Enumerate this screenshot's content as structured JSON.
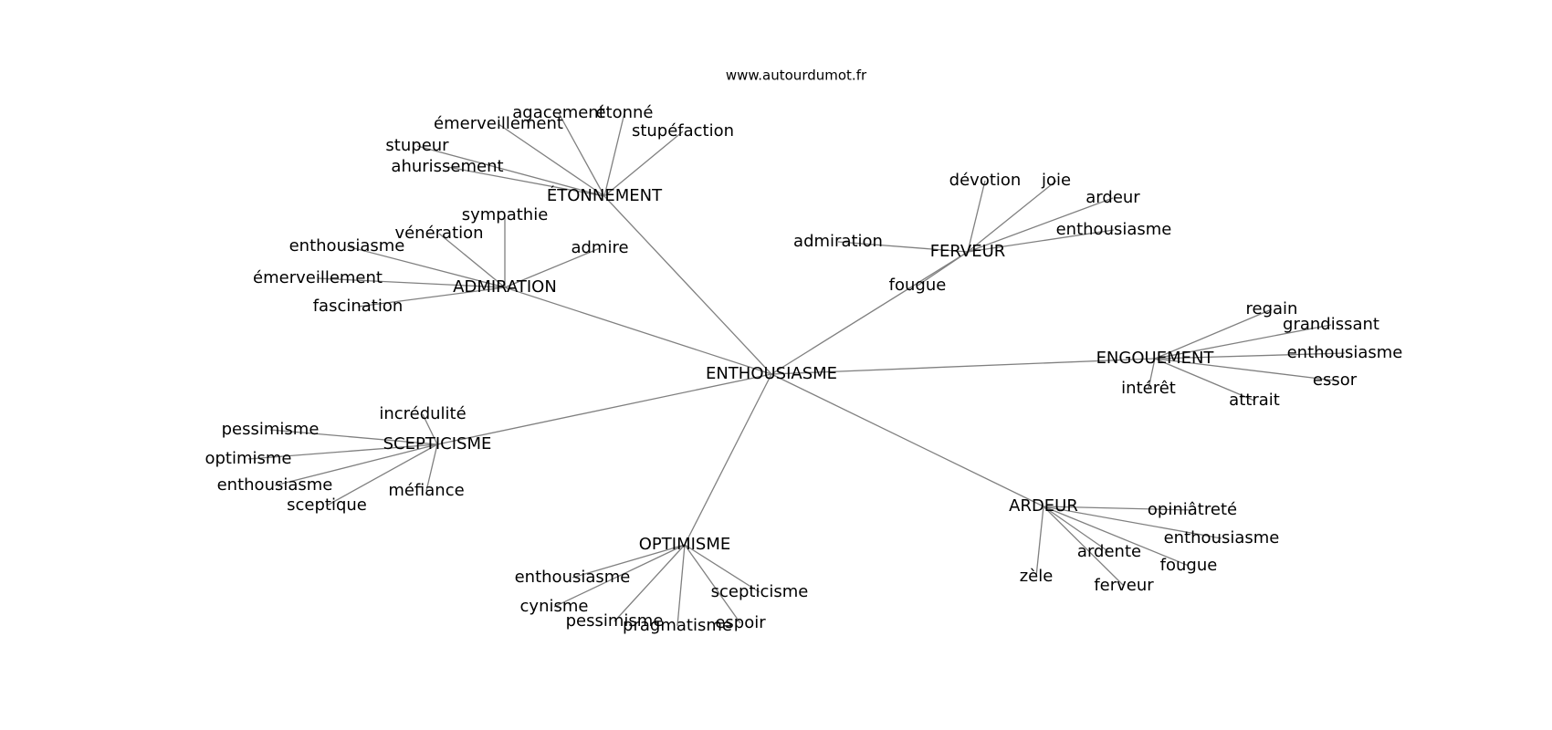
{
  "site": "www.autourdumot.fr",
  "colors": {
    "edge": "#808080",
    "text": "#000000",
    "background": "#ffffff"
  },
  "graph": {
    "center": "ENTHOUSIASME",
    "clusters": [
      {
        "name": "ÉTONNEMENT",
        "words": [
          "agacement",
          "étonné",
          "émerveillement",
          "stupéfaction",
          "stupeur",
          "ahurissement"
        ]
      },
      {
        "name": "FERVEUR",
        "words": [
          "dévotion",
          "joie",
          "ardeur",
          "enthousiasme",
          "admiration",
          "fougue"
        ]
      },
      {
        "name": "ADMIRATION",
        "words": [
          "sympathie",
          "vénération",
          "enthousiasme",
          "admire",
          "émerveillement",
          "fascination"
        ]
      },
      {
        "name": "ENGOUEMENT",
        "words": [
          "regain",
          "grandissant",
          "enthousiasme",
          "essor",
          "intérêt",
          "attrait"
        ]
      },
      {
        "name": "SCEPTICISME",
        "words": [
          "incrédulité",
          "pessimisme",
          "optimisme",
          "enthousiasme",
          "méfiance",
          "sceptique"
        ]
      },
      {
        "name": "ARDEUR",
        "words": [
          "opiniâtreté",
          "enthousiasme",
          "ardente",
          "fougue",
          "zèle",
          "ferveur"
        ]
      },
      {
        "name": "OPTIMISME",
        "words": [
          "enthousiasme",
          "cynisme",
          "scepticisme",
          "pessimisme",
          "pragmatisme",
          "espoir"
        ]
      }
    ]
  }
}
